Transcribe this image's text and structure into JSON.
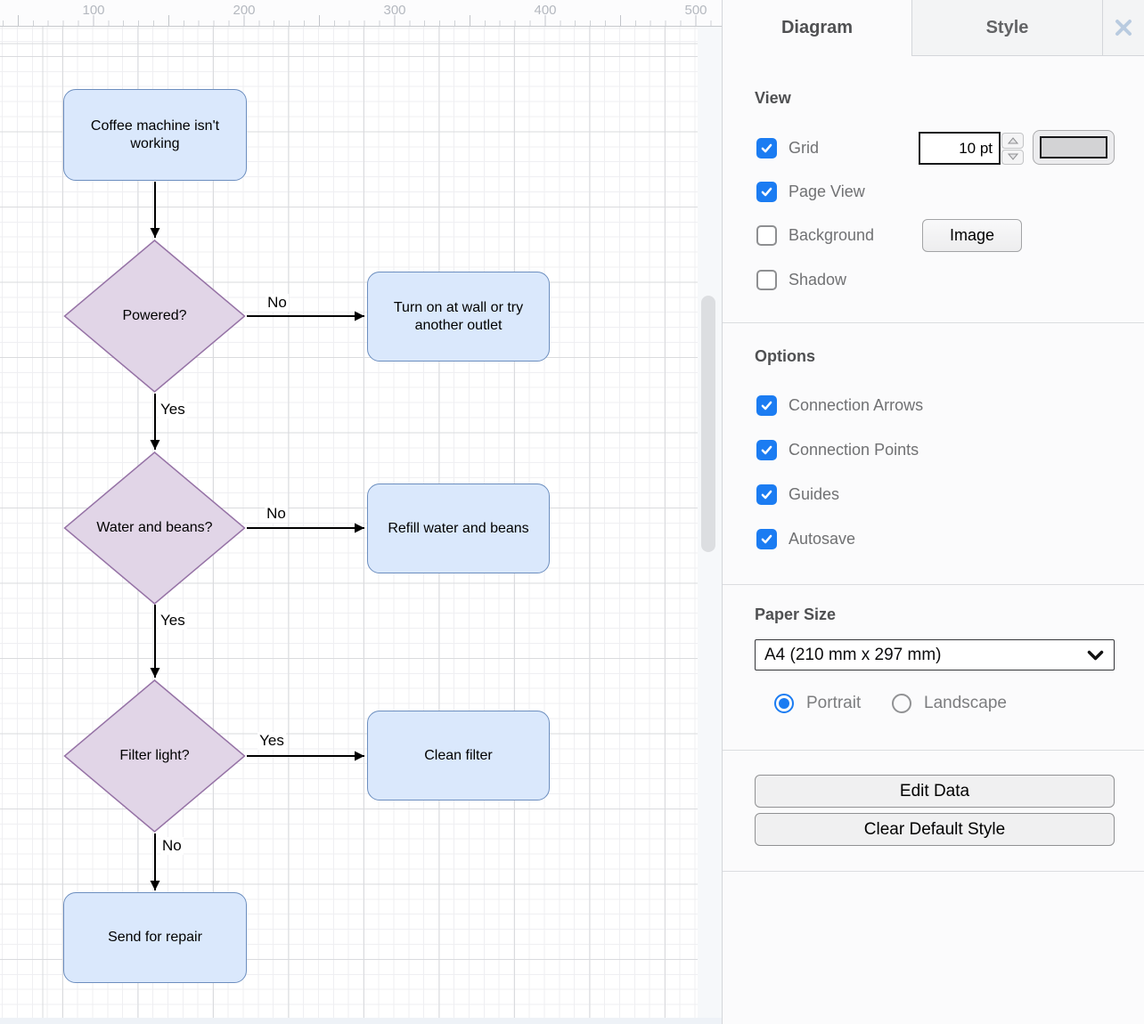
{
  "canvas": {
    "ruler": {
      "labels": [
        "100",
        "200",
        "300",
        "400",
        "500"
      ]
    },
    "flowchart": {
      "nodes": {
        "start": {
          "label": "Coffee machine isn't working",
          "type": "process"
        },
        "powered": {
          "label": "Powered?",
          "type": "decision"
        },
        "turn_on": {
          "label": "Turn on at wall or try another outlet",
          "type": "process"
        },
        "water_beans": {
          "label": "Water and beans?",
          "type": "decision"
        },
        "refill": {
          "label": "Refill water and beans",
          "type": "process"
        },
        "filter_light": {
          "label": "Filter light?",
          "type": "decision"
        },
        "clean_filter": {
          "label": "Clean filter",
          "type": "process"
        },
        "send_repair": {
          "label": "Send for repair",
          "type": "process"
        }
      },
      "edge_labels": {
        "powered_no": "No",
        "powered_yes": "Yes",
        "water_no": "No",
        "water_yes": "Yes",
        "filter_yes": "Yes",
        "filter_no": "No"
      },
      "colors": {
        "process_fill": "#dae8fc",
        "process_stroke": "#6c8ebf",
        "decision_fill": "#e1d5e7",
        "decision_stroke": "#9673a6",
        "edge": "#000000"
      }
    }
  },
  "panel": {
    "tabs": [
      {
        "label": "Diagram",
        "active": true
      },
      {
        "label": "Style",
        "active": false
      }
    ],
    "view": {
      "title": "View",
      "grid": {
        "label": "Grid",
        "checked": true,
        "size_value": "10 pt",
        "grid_color": "#d3d3d5"
      },
      "page_view": {
        "label": "Page View",
        "checked": true
      },
      "background": {
        "label": "Background",
        "checked": false,
        "image_button": "Image"
      },
      "shadow": {
        "label": "Shadow",
        "checked": false
      }
    },
    "options": {
      "title": "Options",
      "items": [
        {
          "label": "Connection Arrows",
          "checked": true
        },
        {
          "label": "Connection Points",
          "checked": true
        },
        {
          "label": "Guides",
          "checked": true
        },
        {
          "label": "Autosave",
          "checked": true
        }
      ]
    },
    "paper": {
      "title": "Paper Size",
      "selected": "A4 (210 mm x 297 mm)",
      "orientation": [
        {
          "label": "Portrait",
          "selected": true
        },
        {
          "label": "Landscape",
          "selected": false
        }
      ]
    },
    "actions": {
      "edit_data": "Edit Data",
      "clear_default_style": "Clear Default Style"
    },
    "accent_color": "#1b7cf2"
  }
}
